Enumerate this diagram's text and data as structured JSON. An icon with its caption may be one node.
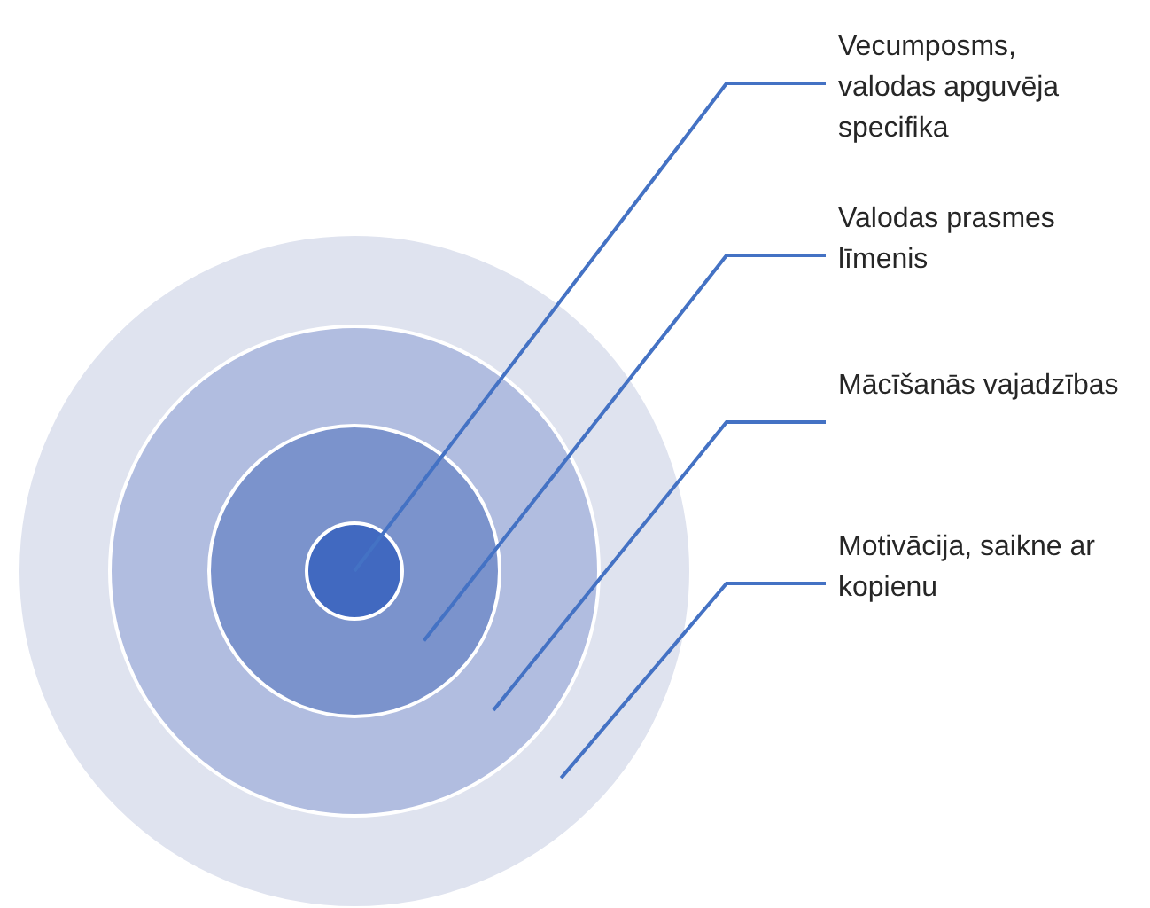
{
  "diagram": {
    "nodes": [
      {
        "text": [],
        "shape": "circle"
      },
      {
        "text": [],
        "shape": "circle",
        "in": 0
      },
      {
        "text": [],
        "shape": "circle",
        "in": 1
      },
      {
        "text": [],
        "shape": "circle",
        "in": 2
      },
      {
        "text": [
          "Vecumposms, valodas apguvēja specifika"
        ]
      },
      {
        "text": [
          "Valodas prasmes līmenis"
        ]
      },
      {
        "text": [
          "Mācīšanās vajadzības"
        ]
      },
      {
        "text": [
          "Motivācija, saikne ar kopienu"
        ]
      }
    ],
    "edges": [
      {
        "from": 4,
        "to": 3,
        "arrow": "none"
      },
      {
        "from": 5,
        "to": 2,
        "arrow": "none"
      },
      {
        "from": 6,
        "to": 1,
        "arrow": "none"
      },
      {
        "from": 7,
        "to": 0,
        "arrow": "none"
      }
    ]
  }
}
